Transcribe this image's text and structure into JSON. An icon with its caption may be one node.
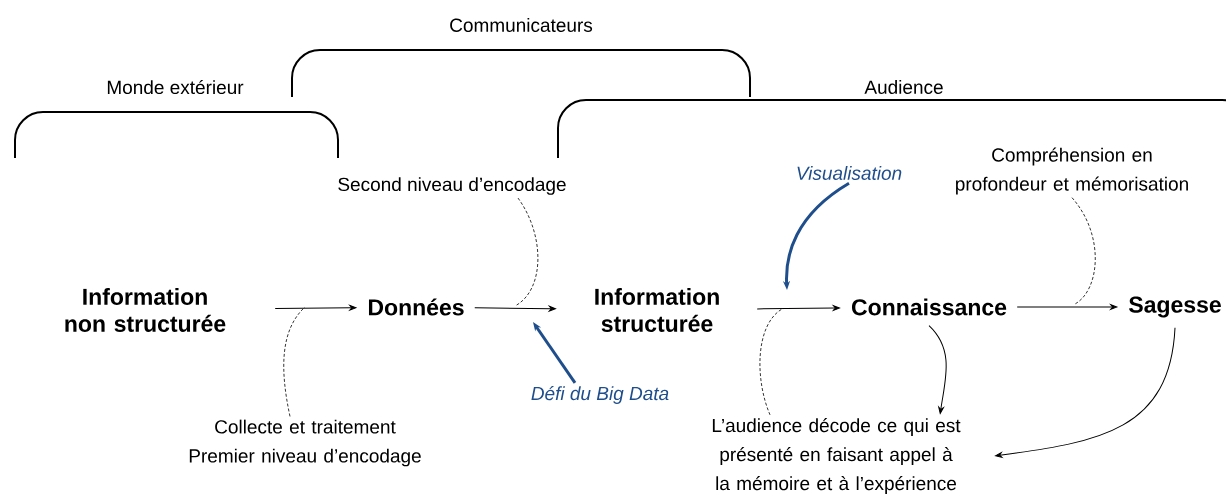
{
  "diagram": {
    "nodes": [
      {
        "text": [
          "Information non structurée"
        ]
      },
      {
        "text": [
          "Données"
        ]
      },
      {
        "text": [
          "Information structurée"
        ]
      },
      {
        "text": [
          "Connaissance"
        ]
      },
      {
        "text": [
          "Sagesse"
        ]
      },
      {
        "text": [
          "Collecte et traitement Premier niveau d’encodage"
        ]
      },
      {
        "text": [
          "Second niveau d’encodage"
        ]
      },
      {
        "text": [
          "Défi du Big Data"
        ]
      },
      {
        "text": [
          "Visualisation"
        ]
      },
      {
        "text": [
          "Compréhension en profondeur et mémorisation"
        ]
      },
      {
        "text": [
          "L’audience décode ce qui est présenté en faisant appel à la mémoire et à l’expérience"
        ]
      }
    ],
    "edges": [
      {
        "from": 0,
        "to": 1,
        "arrow": "to"
      },
      {
        "from": 1,
        "to": 2,
        "arrow": "to"
      },
      {
        "from": 2,
        "to": 3,
        "arrow": "to"
      },
      {
        "from": 3,
        "to": 4,
        "arrow": "to"
      },
      {
        "from": 5,
        "to": null,
        "arrow": "none",
        "style": "dashed"
      },
      {
        "from": 6,
        "to": null,
        "arrow": "none",
        "style": "dashed"
      },
      {
        "from": 7,
        "to": null,
        "arrow": "to",
        "style": "thick",
        "color": "#1f4e8c"
      },
      {
        "from": 8,
        "to": null,
        "arrow": "to",
        "style": "thick",
        "color": "#1f4e8c"
      },
      {
        "from": 9,
        "to": null,
        "arrow": "none",
        "style": "dashed"
      },
      {
        "from": 10,
        "to": null,
        "arrow": "none",
        "style": "dashed"
      },
      {
        "from": 3,
        "to": 10,
        "arrow": "to"
      },
      {
        "from": 4,
        "to": 10,
        "arrow": "to"
      }
    ],
    "labels": [
      "Communicateurs",
      "Monde extérieur",
      "Audience"
    ]
  }
}
